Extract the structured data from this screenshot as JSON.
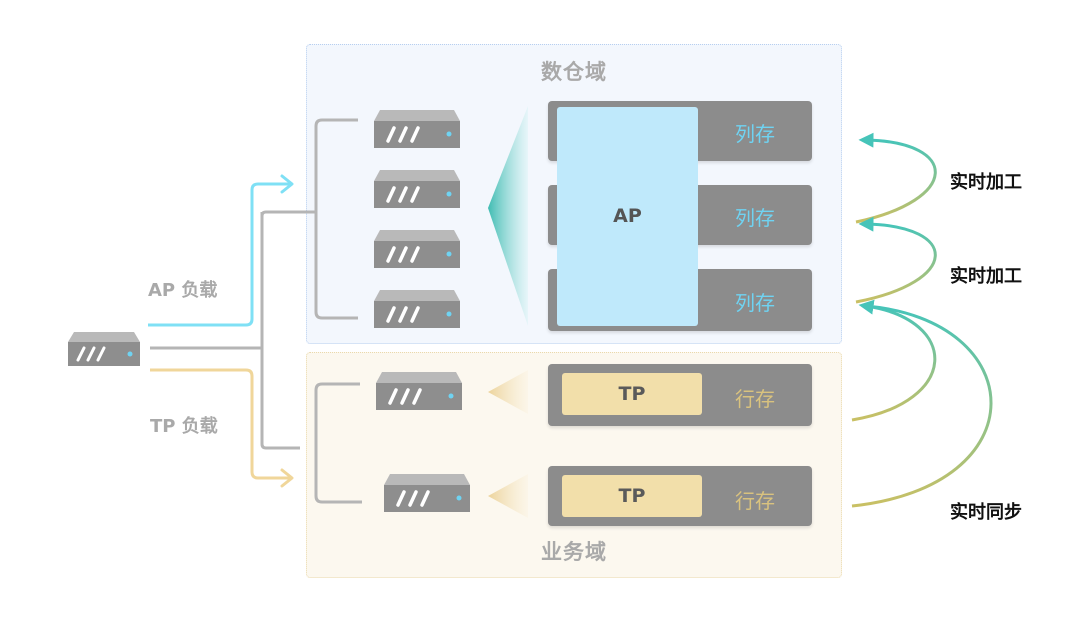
{
  "zones": {
    "ap_title": "数仓域",
    "tp_title": "业务域"
  },
  "loads": {
    "ap": "AP 负载",
    "tp": "TP 负载"
  },
  "ap_block": {
    "label": "AP",
    "column_store_label": "列存",
    "rows": [
      "列存",
      "列存",
      "列存"
    ]
  },
  "tp_block": {
    "rows": [
      {
        "label": "TP",
        "store": "行存"
      },
      {
        "label": "TP",
        "store": "行存"
      }
    ]
  },
  "sync": {
    "process_1": "实时加工",
    "process_2": "实时加工",
    "realtime_sync": "实时同步"
  },
  "colors": {
    "ap_accent": "#6fdcf5",
    "tp_accent": "#f0d69a",
    "server": "#8e8e8e",
    "connector": "#b5b5b5",
    "teal": "#46c4b9",
    "olive": "#c9c064",
    "column_text": "#6fd3f2",
    "row_text": "#d9c27e"
  }
}
